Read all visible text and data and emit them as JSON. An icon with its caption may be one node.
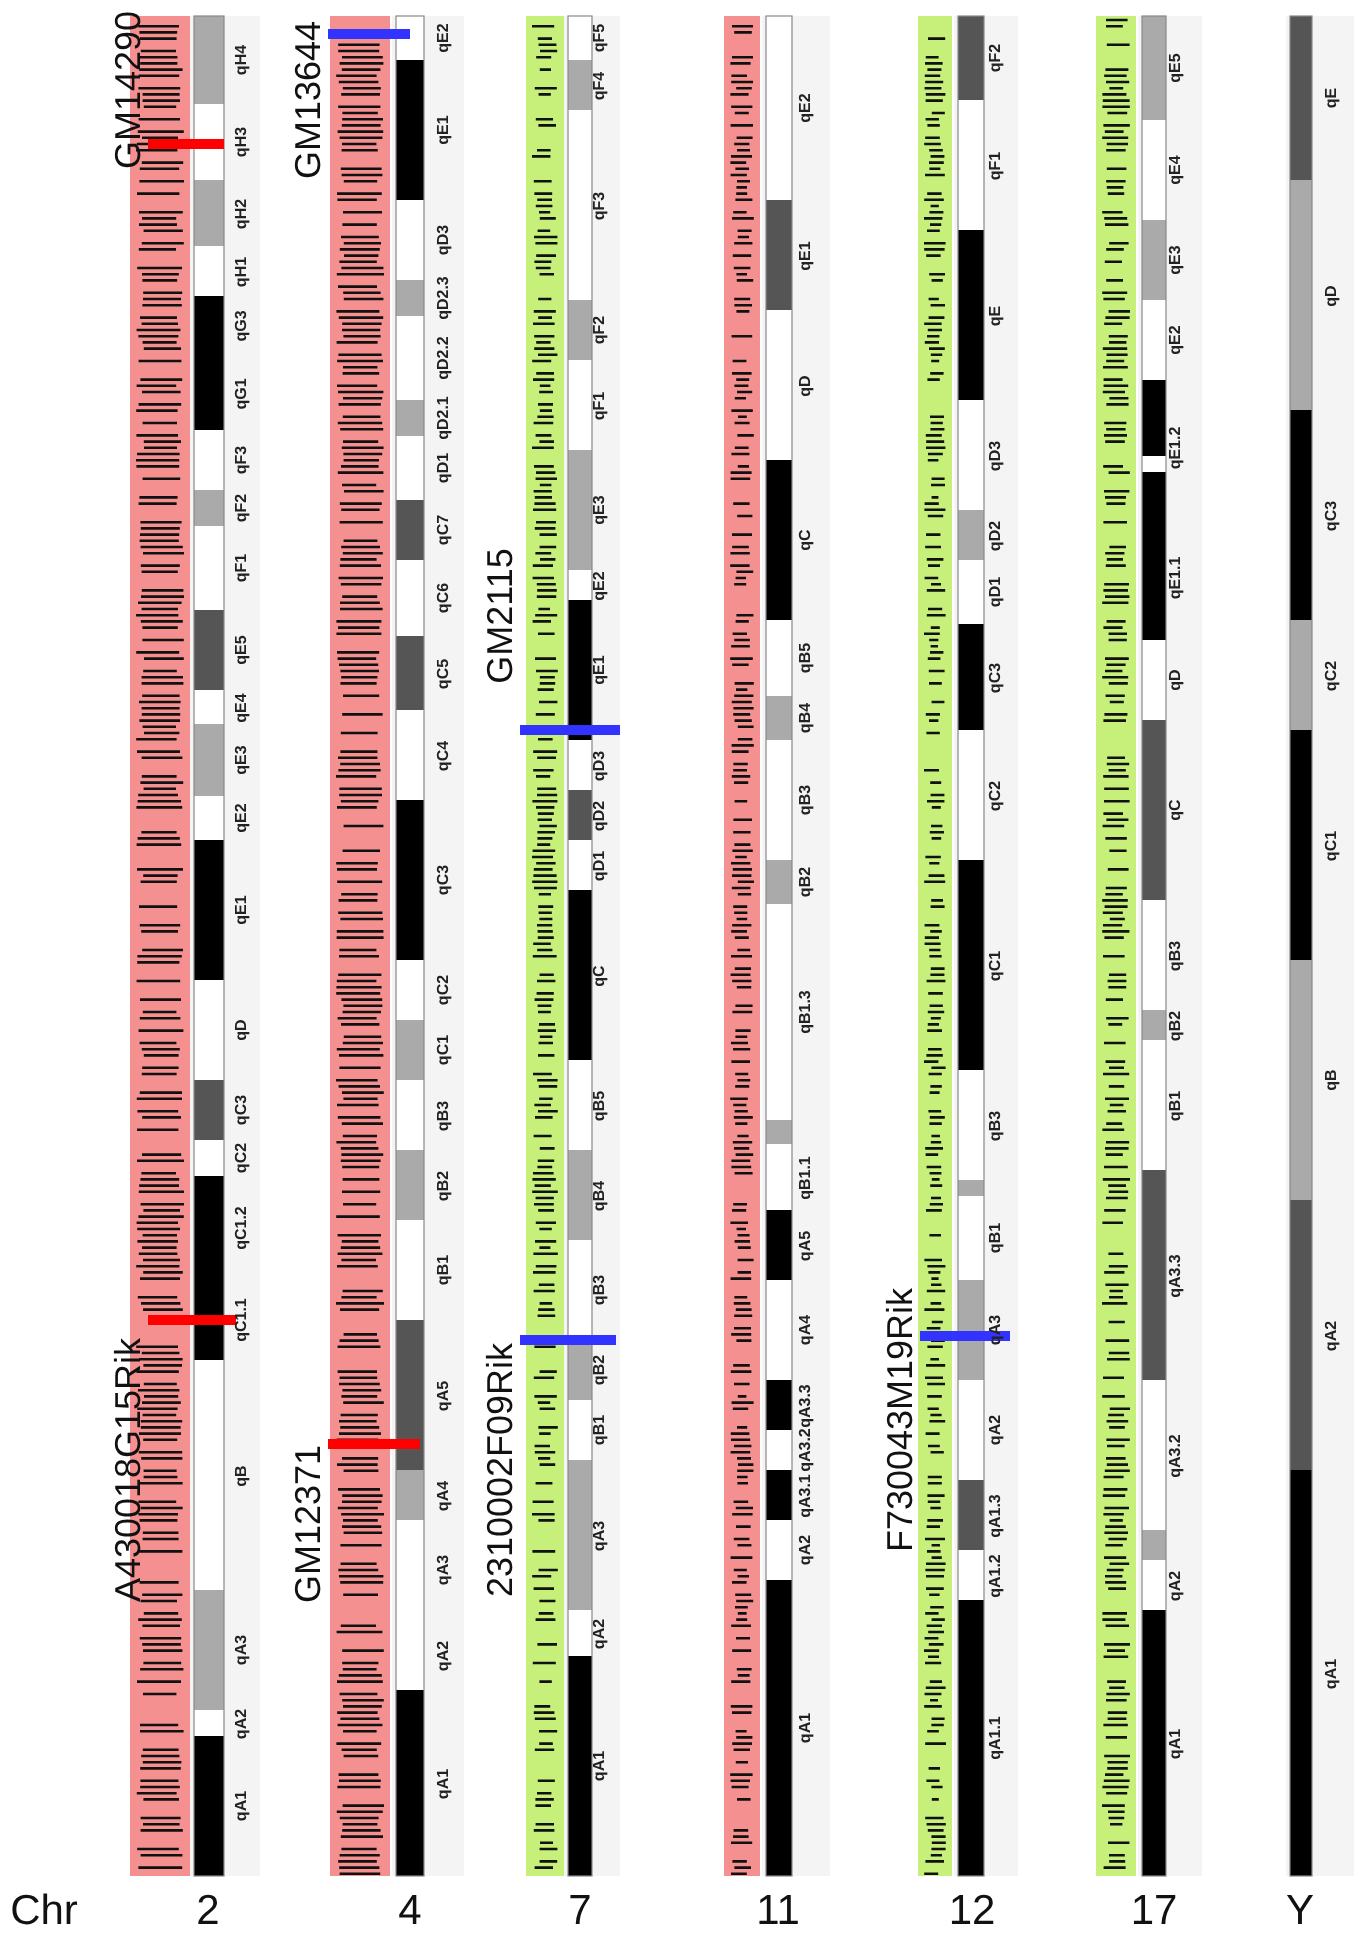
{
  "diagram": {
    "labels": [
      "GM14290",
      "A430018G15Rik",
      "GM13644",
      "GM12371",
      "GM2115",
      "2310002F09Rik",
      "F730043M19Rik",
      "qH4",
      "qH3",
      "qH2",
      "qH1",
      "qG3",
      "qG1",
      "qF3",
      "qF2",
      "qF1",
      "qE5",
      "qE4",
      "qE3",
      "qE2",
      "qE1",
      "qD",
      "qC3",
      "qC2",
      "qC1.2",
      "qC1.1",
      "qB",
      "qA3",
      "qA2",
      "qA1",
      "qE2",
      "qE1",
      "qD3",
      "qD2.3",
      "qD2.2",
      "qD2.1",
      "qD1",
      "qC7",
      "qC6",
      "qC5",
      "qC4",
      "qC3",
      "qC2",
      "qC1",
      "qB3",
      "qB2",
      "qB1",
      "qA5",
      "qA4",
      "qA3",
      "qA2",
      "qA1",
      "qF5",
      "qF4",
      "qF3",
      "qF2",
      "qF1",
      "qE3",
      "qE2",
      "qE1",
      "qD3",
      "qD2",
      "qD1",
      "qC",
      "qB5",
      "qB4",
      "qB3",
      "qB2",
      "qB1",
      "qA3",
      "qA2",
      "qA1",
      "qE2",
      "qE1",
      "qD",
      "qC",
      "qB5",
      "qB4",
      "qB3",
      "qB2",
      "qB1.3",
      "qB1.1",
      "qA5",
      "qA4",
      "qA3.3",
      "qA3.2",
      "qA3.1",
      "qA2",
      "qA1",
      "qF2",
      "qF1",
      "qE",
      "qD3",
      "qD2",
      "qD1",
      "qC3",
      "qC2",
      "qC1",
      "qB3",
      "qB1",
      "qA3",
      "qA2",
      "qA1.3",
      "qA1.2",
      "qA1.1",
      "qE5",
      "qE4",
      "qE3",
      "qE2",
      "qE1.2",
      "qE1.1",
      "qD",
      "qC",
      "qB3",
      "qB2",
      "qB1",
      "qA3.3",
      "qA3.2",
      "qA2",
      "qA1",
      "qE",
      "qD",
      "qC3",
      "qC2",
      "qC1",
      "qB",
      "qA2",
      "qA1",
      "Chr",
      "2",
      "4",
      "7",
      "11",
      "12",
      "17",
      "Y"
    ]
  }
}
